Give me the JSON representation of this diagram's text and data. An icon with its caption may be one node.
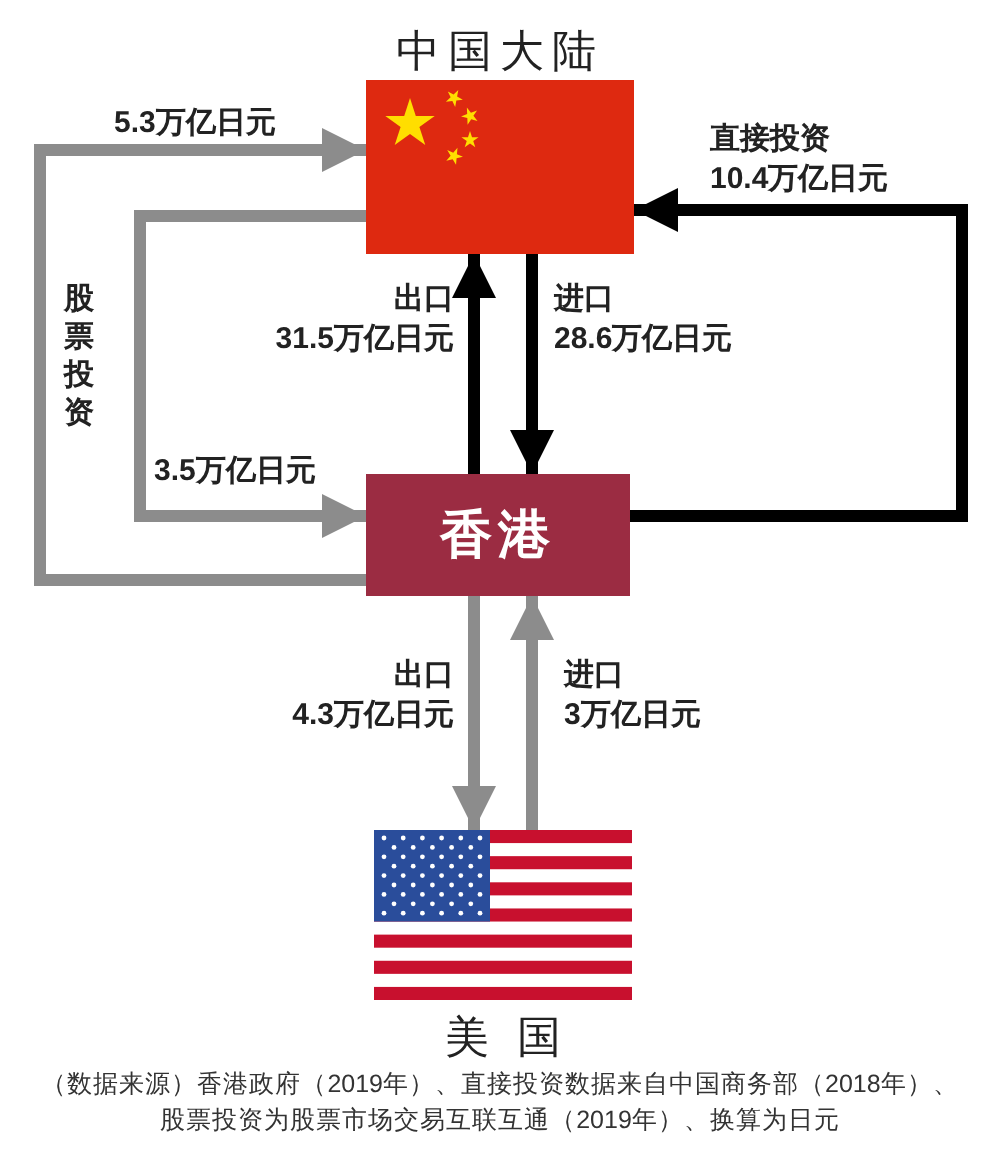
{
  "diagram": {
    "caption": "（数据来源）香港政府（2019年）、直接投资数据来自中国商务部（2018年）、股票投资为股票市场交易互联互通（2019年）、换算为日元",
    "nodes": [
      {
        "text": [
          "中国大陆"
        ]
      },
      {
        "text": [
          "香港"
        ]
      },
      {
        "text": [
          "美国"
        ]
      }
    ],
    "edges": [
      {
        "from": 1,
        "to": 0,
        "arrow": "to",
        "label": "出口 31.5万亿日元",
        "color": "#000000"
      },
      {
        "from": 0,
        "to": 1,
        "arrow": "to",
        "label": "进口 28.6万亿日元",
        "color": "#000000"
      },
      {
        "from": 1,
        "to": 0,
        "arrow": "to",
        "label": "直接投资 10.4万亿日元",
        "color": "#000000"
      },
      {
        "from": 1,
        "to": 0,
        "arrow": "to",
        "label": "5.3万亿日元"
      },
      {
        "from": 0,
        "to": 1,
        "arrow": "to",
        "label": "3.5万亿日元"
      },
      {
        "from": 1,
        "to": 2,
        "arrow": "to",
        "label": "出口 4.3万亿日元"
      },
      {
        "from": 2,
        "to": 1,
        "arrow": "to",
        "label": "进口 3万亿日元"
      }
    ],
    "labels": [
      "股票投资"
    ]
  }
}
